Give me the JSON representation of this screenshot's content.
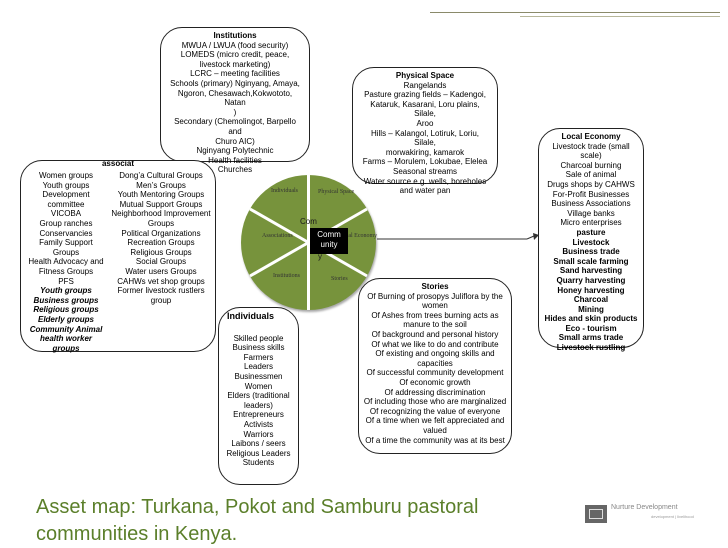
{
  "institutions": {
    "title": "Institutions",
    "lines": [
      "MWUA / LWUA (food security)",
      "LOMEDS (micro credit, peace,",
      "livestock marketing)",
      "LCRC – meeting facilities",
      "Schools (primary) Nginyang, Amaya,",
      "Ngoron, Chesawach,Kokwototo, Natan",
      ")",
      "Secondary (Chemolingot, Barpello and",
      "Churo AIC)",
      "Nginyang Polytechnic",
      "Health facilities",
      "Churches"
    ]
  },
  "physical": {
    "title": "Physical Space",
    "lines": [
      "Rangelands",
      "Pasture grazing fields – Kadengoi,",
      "Kataruk, Kasarani, Loru plains, Silale,",
      "Aroo",
      "Hills – Kalangol, Lotiruk, Loriu, Silale,",
      "morwakiring, kamarok",
      "Farms – Morulem, Lokubae, Elelea",
      "Seasonal streams",
      "Water source e.g. wells, boreholes",
      "and water pan"
    ]
  },
  "associations": {
    "title": "associat",
    "left": [
      "Women groups",
      "Youth groups",
      "Development",
      "committee",
      "VICOBA",
      "Group ranches",
      "Conservancies",
      "Family Support",
      "Groups",
      "Health Advocacy and",
      "Fitness Groups",
      "PFS"
    ],
    "left_bold": [
      "Youth groups",
      "Business groups",
      "Religious groups",
      "Elderly groups",
      "Community Animal",
      "health worker",
      "groups"
    ],
    "right": [
      "Dong’a Cultural Groups",
      "Men’s Groups",
      "Youth Mentoring Groups",
      "Mutual Support Groups",
      "Neighborhood Improvement",
      "Groups",
      "Political Organizations",
      "Recreation Groups",
      "Religious Groups",
      "Social Groups",
      "Water users Groups",
      "CAHWs vet shop groups",
      "Former livestock rustlers",
      "group"
    ]
  },
  "individuals": {
    "title": "Individuals",
    "lines": [
      "Skilled people",
      "Business skills",
      "Farmers",
      "Leaders",
      "Businessmen",
      "Women",
      "Elders (traditional",
      "leaders)",
      "Entrepreneurs",
      "Activists",
      "Warriors",
      "Laibons / seers",
      "Religious Leaders",
      "Students"
    ]
  },
  "stories": {
    "title": "Stories",
    "lines": [
      "Of Burning of prosopys Juliflora by the",
      "women",
      "Of Ashes from trees burning acts as",
      "manure to the soil",
      "Of background and personal history",
      "Of what we like to do and contribute",
      "Of existing and ongoing skills and",
      "capacities",
      "Of successful community development",
      "Of economic growth",
      "Of addressing discrimination",
      "Of including those who are marginalized",
      "Of recognizing the value of everyone",
      "Of a time when we felt appreciated and",
      "valued",
      "Of a time the community was at its best"
    ]
  },
  "economy": {
    "title": "Local Economy",
    "lines": [
      "Livestock trade (small scale)",
      "Charcoal burning",
      "Sale of animal",
      "Drugs shops by CAHWS",
      "For-Profit Businesses",
      "Business Associations",
      "Village banks",
      "Micro enterprises"
    ],
    "bold_lines": [
      "pasture",
      "Livestock",
      "Business trade",
      "Small scale farming",
      "Sand harvesting",
      "Quarry harvesting",
      "Honey harvesting",
      "Charcoal",
      "Mining",
      "Hides and skin products",
      "Eco - tourism",
      "Small arms trade",
      "Livestock rustling"
    ]
  },
  "hub": {
    "segments": {
      "individuals": "Individuals",
      "physical": "Physical Space",
      "associations": "Associations",
      "economy": "Local Economy",
      "institutions": "Institutions",
      "stories": "Stories"
    },
    "center_ghost": "Com",
    "center_line1": "Comm",
    "center_line2": "unity",
    "center_ghost2": "y",
    "color": "#77933c"
  },
  "footer": {
    "title": "Asset map: Turkana, Pokot and Samburu pastoral communities in Kenya.",
    "logo_name": "Nurture Development",
    "logo_tag": "development | livelihood",
    "title_color": "#5b7f2a"
  }
}
